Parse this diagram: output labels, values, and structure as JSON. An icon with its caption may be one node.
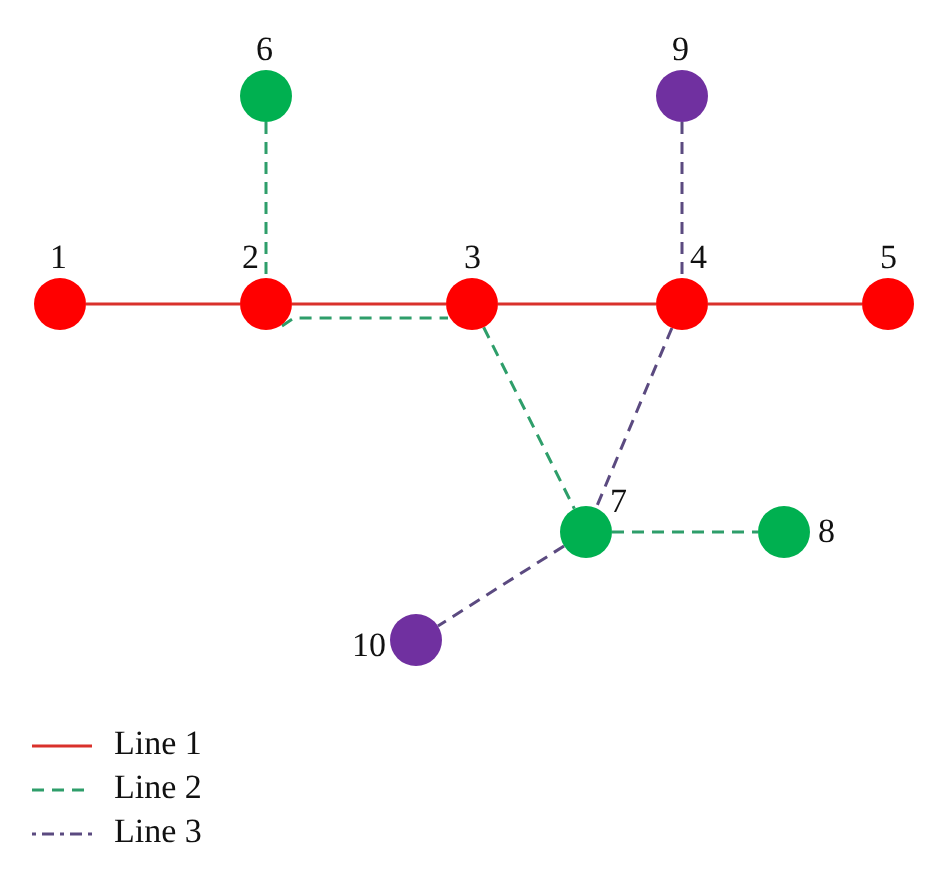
{
  "diagram": {
    "nodes": [
      {
        "text": [
          "1"
        ]
      },
      {
        "text": [
          "2"
        ]
      },
      {
        "text": [
          "3"
        ]
      },
      {
        "text": [
          "4"
        ]
      },
      {
        "text": [
          "5"
        ]
      },
      {
        "text": [
          "6"
        ]
      },
      {
        "text": [
          "7"
        ]
      },
      {
        "text": [
          "8"
        ]
      },
      {
        "text": [
          "9"
        ]
      },
      {
        "text": [
          "10"
        ]
      }
    ],
    "edges": [
      {
        "from": 0,
        "to": 1,
        "arrow": "none",
        "color": "#d9312b"
      },
      {
        "from": 1,
        "to": 2,
        "arrow": "none",
        "color": "#d9312b"
      },
      {
        "from": 2,
        "to": 3,
        "arrow": "none",
        "color": "#d9312b"
      },
      {
        "from": 3,
        "to": 4,
        "arrow": "none",
        "color": "#d9312b"
      },
      {
        "from": 5,
        "to": 1,
        "arrow": "none",
        "style": "dashed",
        "color": "#2e9e6a"
      },
      {
        "from": 1,
        "to": 2,
        "arrow": "none",
        "style": "dashed",
        "color": "#2e9e6a"
      },
      {
        "from": 2,
        "to": 6,
        "arrow": "none",
        "style": "dashed",
        "color": "#2e9e6a"
      },
      {
        "from": 6,
        "to": 7,
        "arrow": "none",
        "style": "dashed",
        "color": "#2e9e6a"
      },
      {
        "from": 8,
        "to": 3,
        "arrow": "none",
        "style": "dashed",
        "color": "#5b4a80"
      },
      {
        "from": 3,
        "to": 6,
        "arrow": "none",
        "style": "dashed",
        "color": "#5b4a80"
      },
      {
        "from": 6,
        "to": 9,
        "arrow": "none",
        "style": "dashed",
        "color": "#5b4a80"
      }
    ],
    "legend": [
      {
        "text": "Line 1"
      },
      {
        "text": "Line 2"
      },
      {
        "text": "Line 3"
      }
    ]
  }
}
